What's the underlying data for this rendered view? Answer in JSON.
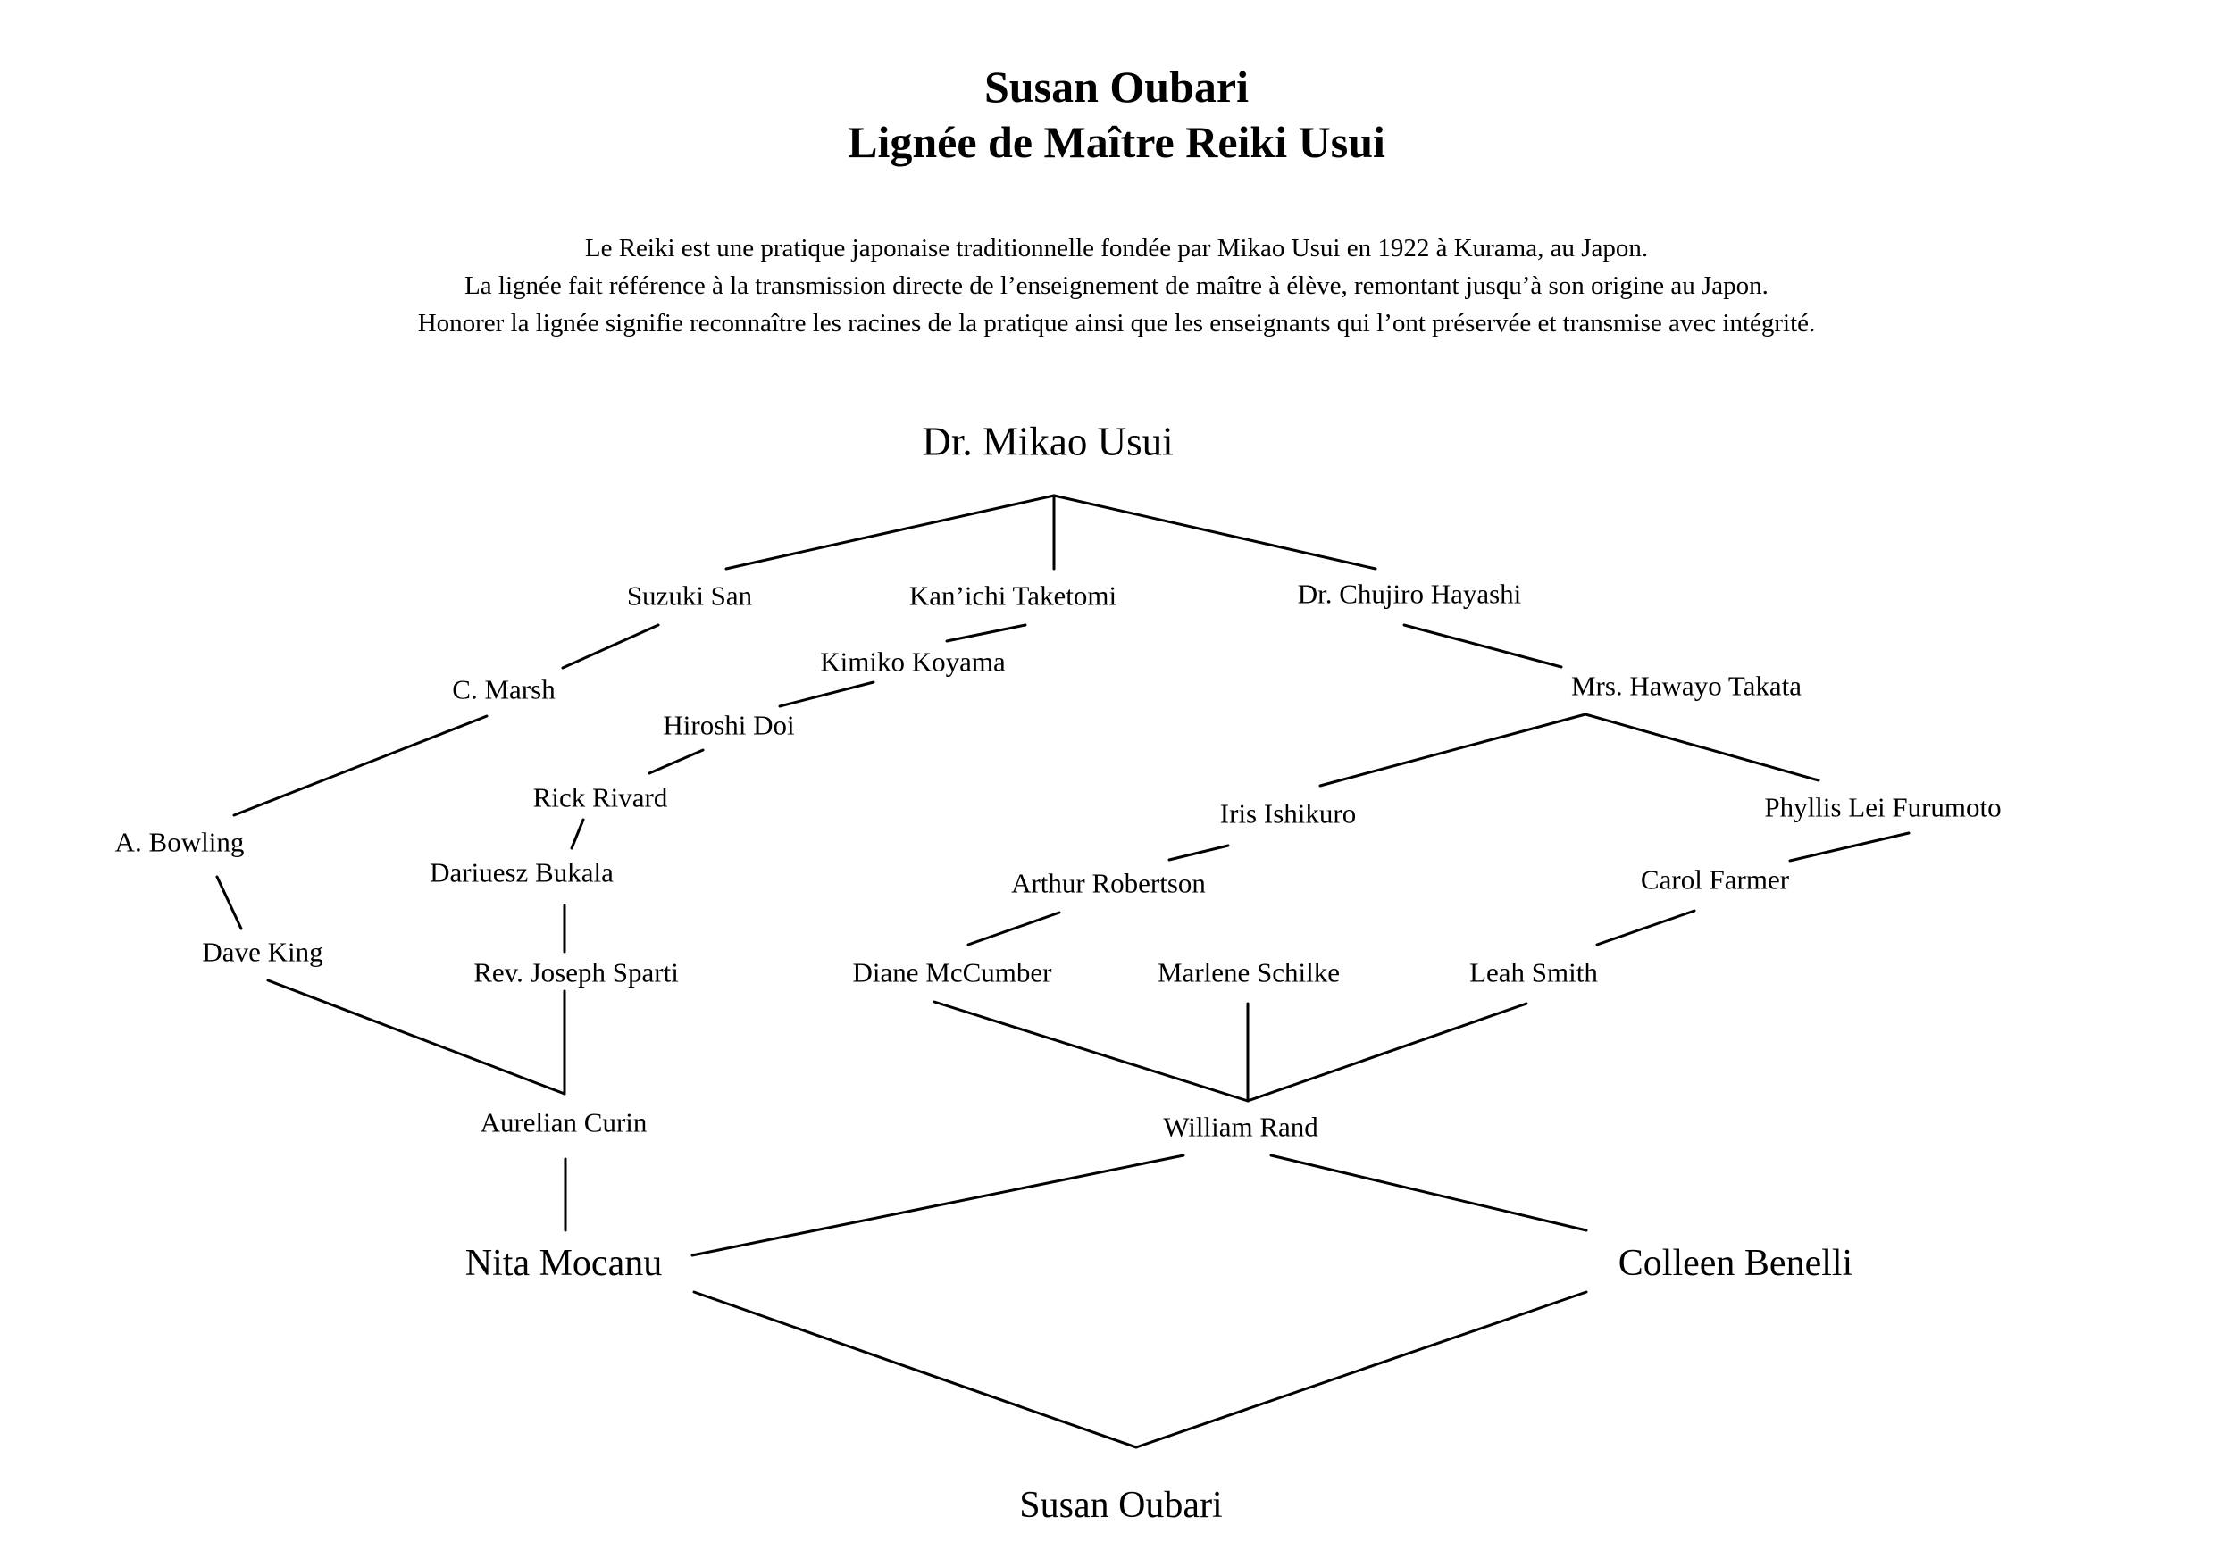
{
  "header": {
    "title_line1": "Susan Oubari",
    "title_line2": "Lignée de Maître Reiki Usui"
  },
  "intro": {
    "line1": "Le Reiki est une pratique japonaise traditionnelle fondée par Mikao Usui en 1922 à Kurama, au Japon.",
    "line2": "La lignée fait référence à la transmission directe de l’enseignement de maître à élève, remontant jusqu’à son origine au Japon.",
    "line3": "Honorer la lignée signifie reconnaître les racines de la pratique ainsi que les enseignants qui l’ont préservée et transmise avec intégrité."
  },
  "lineage": {
    "root": "Dr. Mikao Usui",
    "suzuki_san": "Suzuki San",
    "kanichi_taketomi": "Kan’ichi Taketomi",
    "chujiro_hayashi": "Dr. Chujiro Hayashi",
    "c_marsh": "C. Marsh",
    "kimiko_koyama": "Kimiko Koyama",
    "hawayo_takata": "Mrs. Hawayo Takata",
    "hiroshi_doi": "Hiroshi Doi",
    "rick_rivard": "Rick Rivard",
    "a_bowling": "A. Bowling",
    "iris_ishikuro": "Iris Ishikuro",
    "phyllis_furumoto": "Phyllis Lei Furumoto",
    "dariuesz_bukala": "Dariuesz Bukala",
    "arthur_robertson": "Arthur Robertson",
    "carol_farmer": "Carol Farmer",
    "dave_king": "Dave King",
    "joseph_sparti": "Rev. Joseph Sparti",
    "diane_mccumber": "Diane McCumber",
    "marlene_schilke": "Marlene Schilke",
    "leah_smith": "Leah Smith",
    "aurelian_curin": "Aurelian Curin",
    "william_rand": "William Rand",
    "nita_mocanu": "Nita Mocanu",
    "colleen_benelli": "Colleen Benelli",
    "susan_oubari": "Susan Oubari"
  }
}
